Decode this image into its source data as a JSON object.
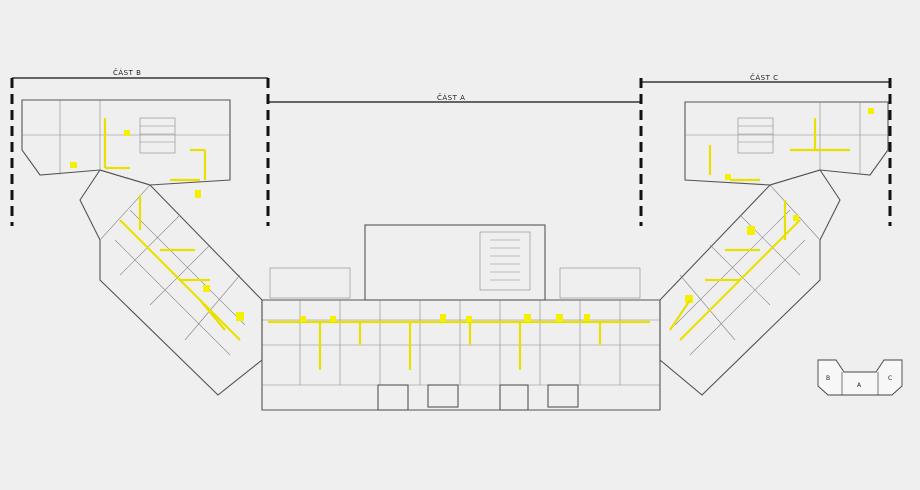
{
  "sections": {
    "b": "ČÁST B",
    "a": "ČÁST A",
    "c": "ČÁST C"
  },
  "key_plan": {
    "b": "B",
    "a": "A",
    "c": "C"
  },
  "colors": {
    "background": "#efefef",
    "walls": "#555555",
    "highlight": "#f4f000",
    "dimension_lines": "#111111"
  }
}
